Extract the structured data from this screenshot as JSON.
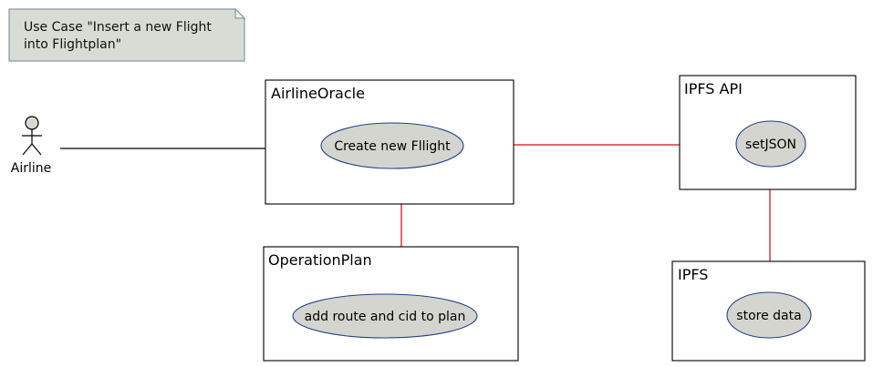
{
  "note": {
    "lines": [
      "Use Case \"Insert a new Flight",
      "into Flightplan\""
    ]
  },
  "actor": {
    "label": "Airline"
  },
  "boxes": {
    "airline_oracle": "AirlineOracle",
    "operation_plan": "OperationPlan",
    "ipfs_api": "IPFS API",
    "ipfs": "IPFS"
  },
  "use_cases": {
    "create_flight": "Create new Fllight",
    "add_route": "add route and cid to plan",
    "set_json": "setJSON",
    "store_data": "store data"
  },
  "colors": {
    "note_fill": "#d8dcd4",
    "usecase_fill": "#d4d5ce",
    "usecase_border": "#22408a",
    "association_red": "#e0323c",
    "association_black": "#000000"
  }
}
